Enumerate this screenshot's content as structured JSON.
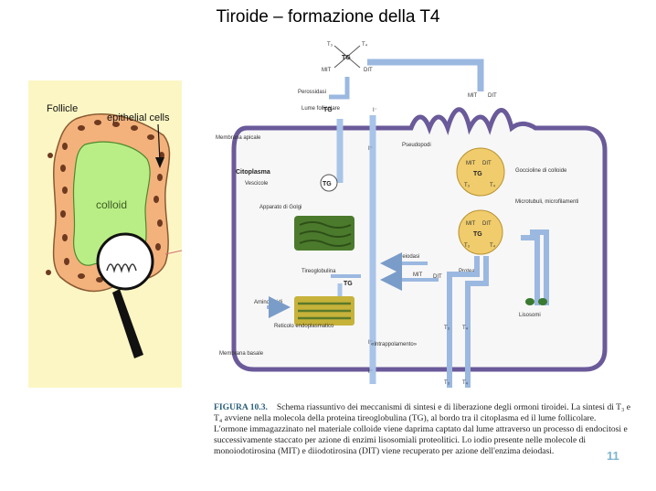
{
  "title": "Tiroide – formazione della T4",
  "left_panel": {
    "follicle": "Follicle",
    "epithelial_cells": "epithelial cells",
    "colloid": "colloid"
  },
  "diagram": {
    "top": {
      "t3": "T₃",
      "t4": "T₄",
      "tg": "TG",
      "mit": "MIT",
      "dit": "DIT"
    },
    "perossidasi": "Perossidasi",
    "lume": "Lume follicolare",
    "membrana_apicale": "Membrana apicale",
    "pseudopodi": "Pseudopodi",
    "iodide": "I⁻",
    "citoplasma": "Citoplasma",
    "vescicole": "Vescicole",
    "tg": "TG",
    "golgi": "Apparato di Golgi",
    "goccioline": "Goccioline di colloide",
    "microtubuli": "Microtubuli, microfilamenti",
    "deiodasi": "Deiodasi",
    "mit": "MIT",
    "dit": "DIT",
    "proteasi": "Proteasi",
    "tireoglobulina": "Tireoglobulina",
    "lisosomi": "Lisosomi",
    "amino_acidi": "Amino acidi",
    "reticolo": "Reticolo endoplasmatico",
    "intrappolamento": "«Intrappolamento»",
    "membrana_basale": "Membrana basale",
    "t3": "T₃",
    "t4": "T₄",
    "tg_drop": "TG",
    "t3_drop": "T₃",
    "t4_drop": "T₄"
  },
  "caption": {
    "heading": "FIGURA 10.3.",
    "text": "Schema riassuntivo dei meccanismi di sintesi e di liberazione degli ormoni tiroidei. La sintesi di T₃ e T₄ avviene nella molecola della proteina tireoglobulina (TG), al bordo tra il citoplasma ed il lume follicolare. L'ormone immagazzinato nel materiale colloide viene daprima captato dal lume attraverso un processo di endocitosi e successivamente staccato per azione di enzimi lisosomiali proteolitici. Lo iodio presente nelle molecole di monoiodotirosina (MIT) e diiodotirosina (DIT) viene recuperato per azione dell'enzima deiodasi."
  },
  "page_number": "11"
}
